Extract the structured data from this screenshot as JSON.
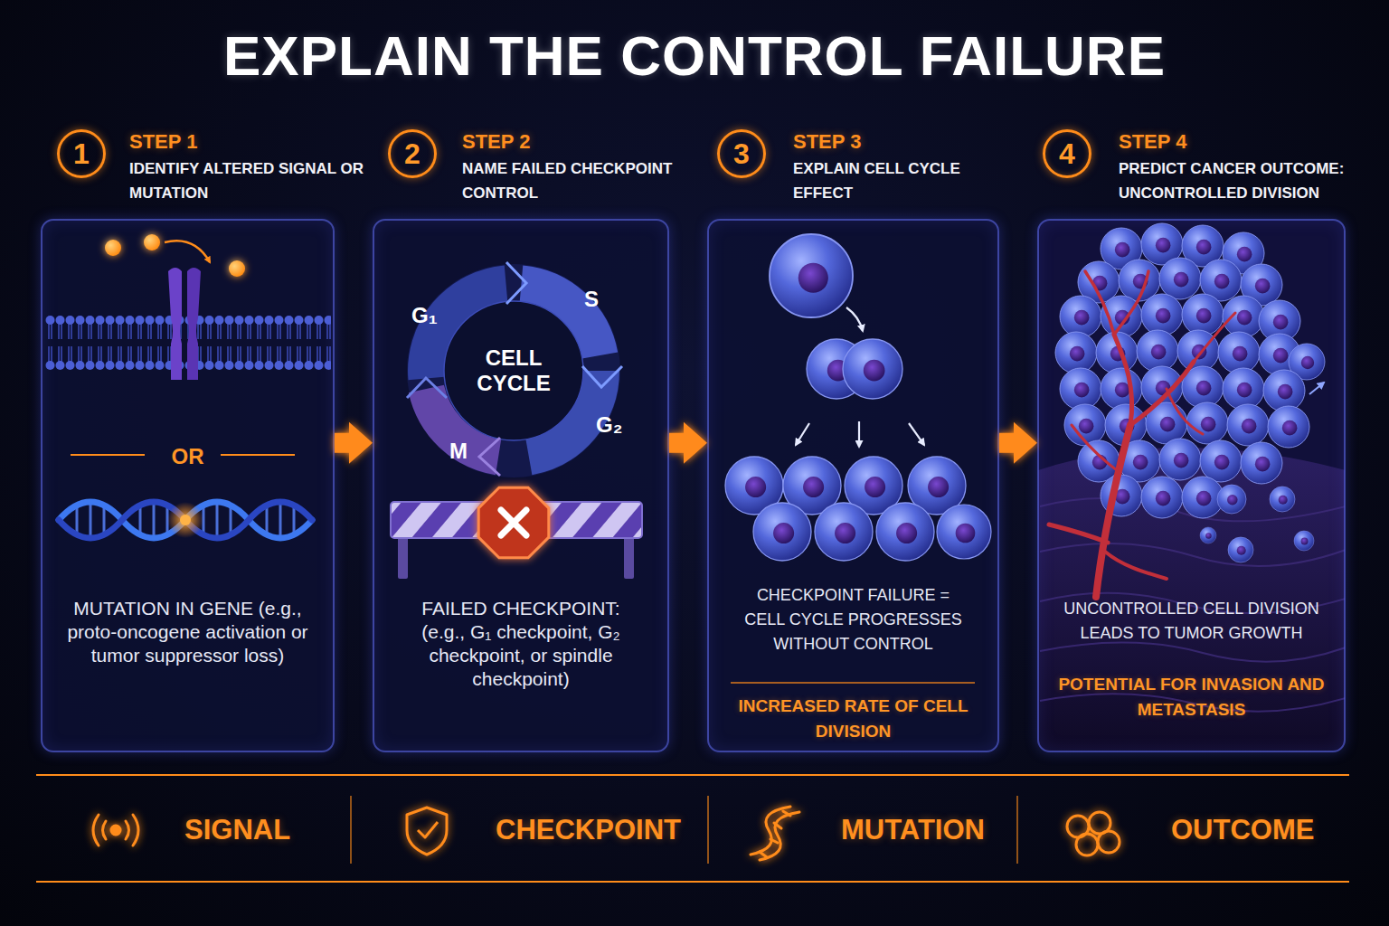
{
  "diagram": {
    "title": "EXPLAIN THE CONTROL FAILURE",
    "nodes": [
      {
        "text": [
          "1"
        ]
      },
      {
        "text": [
          "STEP 1",
          "IDENTIFY ALTERED SIGNAL OR MUTATION",
          "OR",
          "MUTATION IN GENE (e.g., proto-oncogene activation or tumor suppressor loss)"
        ]
      },
      {
        "text": [
          "2"
        ]
      },
      {
        "text": [
          "STEP 2",
          "NAME FAILED CHECKPOINT CONTROL",
          "FAILED CHECKPOINT: (e.g., G₁ checkpoint, G₂ checkpoint, or spindle checkpoint)"
        ]
      },
      {
        "text": [
          "3"
        ]
      },
      {
        "text": [
          "STEP 3",
          "EXPLAIN CELL CYCLE EFFECT",
          "CHECKPOINT FAILURE = CELL CYCLE PROGRESSES WITHOUT CONTROL",
          "INCREASED RATE OF CELL DIVISION"
        ]
      },
      {
        "text": [
          "4"
        ]
      },
      {
        "text": [
          "STEP 4",
          "PREDICT CANCER OUTCOME: UNCONTROLLED DIVISION",
          "UNCONTROLLED CELL DIVISION LEADS TO TUMOR GROWTH",
          "POTENTIAL FOR INVASION AND METASTASIS"
        ]
      }
    ],
    "edges": [
      {
        "from": 1,
        "to": 3,
        "arrow": "to"
      },
      {
        "from": 3,
        "to": 5,
        "arrow": "to"
      },
      {
        "from": 5,
        "to": 7,
        "arrow": "to"
      }
    ],
    "labels": [
      "CELL CYCLE",
      "G₁",
      "S",
      "G₂",
      "M",
      "SIGNAL",
      "CHECKPOINT",
      "MUTATION",
      "OUTCOME"
    ]
  }
}
